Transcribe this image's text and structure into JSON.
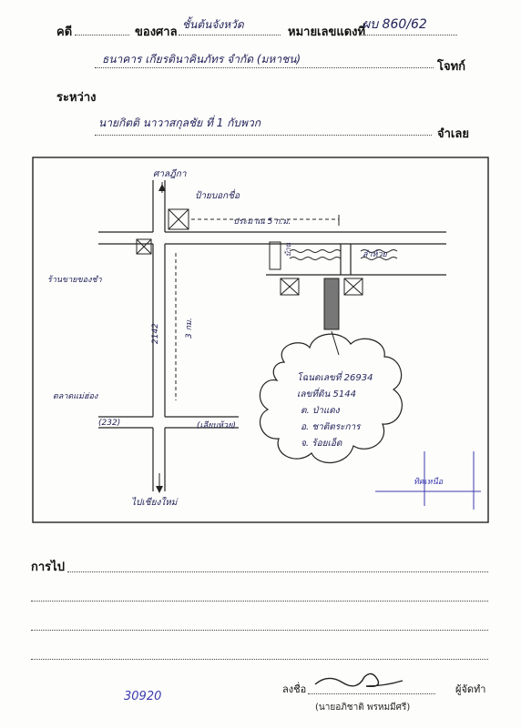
{
  "header": {
    "case_label": "คดี",
    "court_label": "ของศาล",
    "court_value": "ชั้นต้นจังหวัด",
    "black_no_label": "หมายเลขแดงที่",
    "black_no_value": "ผบ 860/62",
    "plaintiff_value": "ธนาคาร เกียรตินาคินภัทร จำกัด (มหาชน)",
    "plaintiff_label": "โจทก์",
    "between_label": "ระหว่าง",
    "defendant_value": "นายกิตติ นาวาสกุลชัย ที่ 1 กับพวก",
    "defendant_label": "จำเลย"
  },
  "map": {
    "top_north": "ศาลฎีกา",
    "bottom_south": "ไปเชียงใหม่",
    "arrow_label": "ป้ายบอกชื่อ",
    "road_distance": "ประมาณ 5 ก.ม.",
    "river_label": "ลำห้วย",
    "left_landmark": "ร้านขายของชำ",
    "left_market": "ตลาดแม่ฮ่อง",
    "road_2142": "2142",
    "road_3_km": "3 กม.",
    "road_232": "(232)",
    "road_right": "(เลียบห้วย)",
    "house_label": "บ้าน",
    "north_sign": "ทิศเหนือ"
  },
  "cloud": {
    "line1": "โฉนดเลขที่ 26934",
    "line2": "เลขที่ดิน 5144",
    "line3": "ต. ป่าแดง",
    "line4": "อ. ชาติตระการ",
    "line5": "จ. ร้อยเอ็ด"
  },
  "footer": {
    "next_label": "การไป",
    "sign_label": "ลงชื่อ",
    "role_label": "ผู้จัดทำ",
    "signer_name": "(นายอภิชาติ พรหมมีศรี)",
    "code_number": "30920"
  }
}
